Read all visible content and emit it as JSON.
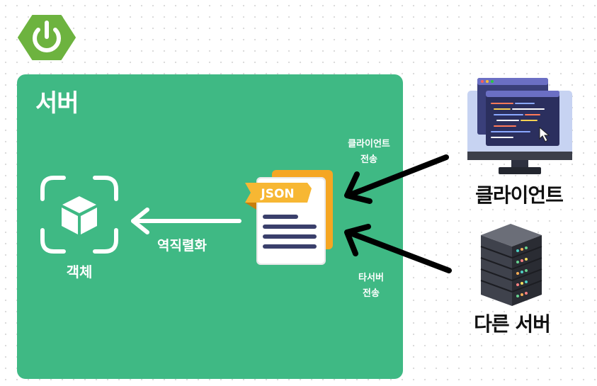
{
  "server": {
    "title": "서버"
  },
  "object": {
    "label": "객체"
  },
  "deserialize": {
    "label": "역직렬화"
  },
  "json_doc": {
    "badge": "JSON"
  },
  "client_send": {
    "line1": "클라이언트",
    "line2": "전송"
  },
  "other_send": {
    "line1": "타서버",
    "line2": "전송"
  },
  "client": {
    "label": "클라이언트"
  },
  "other_server": {
    "label": "다른 서버"
  },
  "colors": {
    "spring_green": "#6db33f",
    "server_box": "#3fb984",
    "json_orange": "#f5a623",
    "text_dark": "#111111"
  },
  "icons": [
    "spring-power-icon",
    "cube-icon",
    "json-file-icon",
    "monitor-code-icon",
    "server-rack-icon"
  ]
}
